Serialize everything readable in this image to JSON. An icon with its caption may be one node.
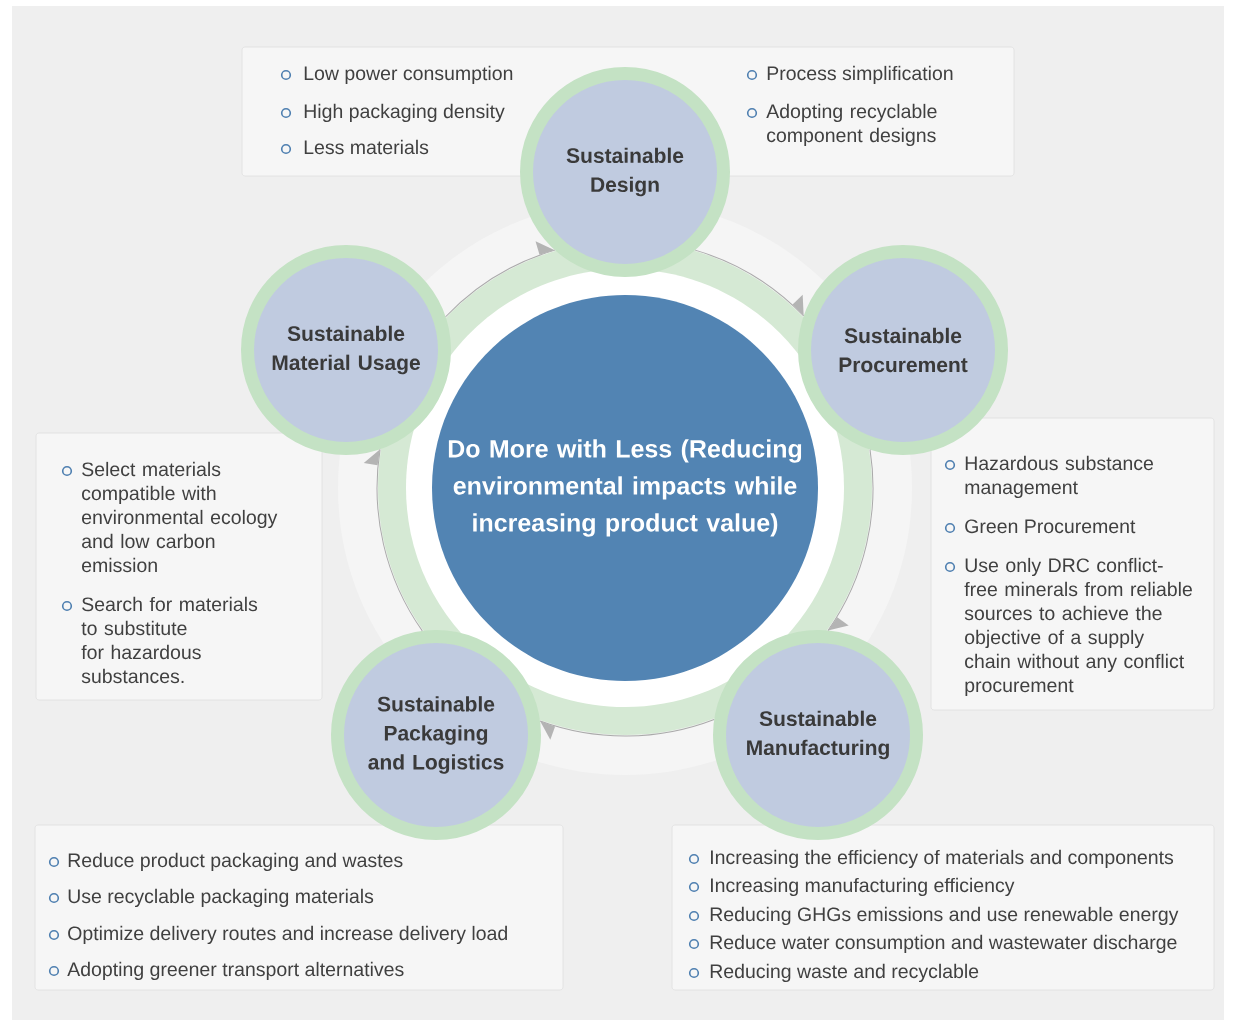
{
  "diagram": {
    "nodes": [
      {
        "text": [
          "Do More with Less (Reducing environmental impacts while increasing product value)"
        ]
      },
      {
        "text": [
          "Sustainable Design"
        ]
      },
      {
        "text": [
          "Sustainable Procurement"
        ]
      },
      {
        "text": [
          "Sustainable Manufacturing"
        ]
      },
      {
        "text": [
          "Sustainable Packaging and Logistics"
        ]
      },
      {
        "text": [
          "Sustainable Material Usage"
        ]
      },
      {
        "text": [
          "Low power consumption",
          "High packaging density",
          "Less materials",
          "Process simplification",
          "Adopting recyclable component designs"
        ]
      },
      {
        "text": [
          "Hazardous substance management",
          "Green Procurement",
          "Use only DRC conflict-free minerals from reliable sources to achieve the objective of a supply chain without any conflict procurement"
        ]
      },
      {
        "text": [
          "Increasing the efficiency of materials and components",
          "Increasing manufacturing efficiency",
          "Reducing GHGs emissions and use renewable energy",
          "Reduce water consumption and wastewater discharge",
          "Reducing waste and recyclable"
        ]
      },
      {
        "text": [
          "Reduce product packaging and wastes",
          "Use recyclable packaging materials",
          "Optimize delivery routes and increase delivery load",
          "Adopting greener transport alternatives"
        ]
      },
      {
        "text": [
          "Select materials compatible with environmental ecology and low carbon emission",
          "Search for materials to substitute for hazardous substances."
        ]
      }
    ],
    "edges": [
      {
        "from": 5,
        "to": 1,
        "arrow": "to"
      },
      {
        "from": 1,
        "to": 2,
        "arrow": "to"
      },
      {
        "from": 2,
        "to": 3,
        "arrow": "to"
      },
      {
        "from": 3,
        "to": 4,
        "arrow": "to"
      },
      {
        "from": 4,
        "to": 5,
        "arrow": "to"
      }
    ]
  }
}
